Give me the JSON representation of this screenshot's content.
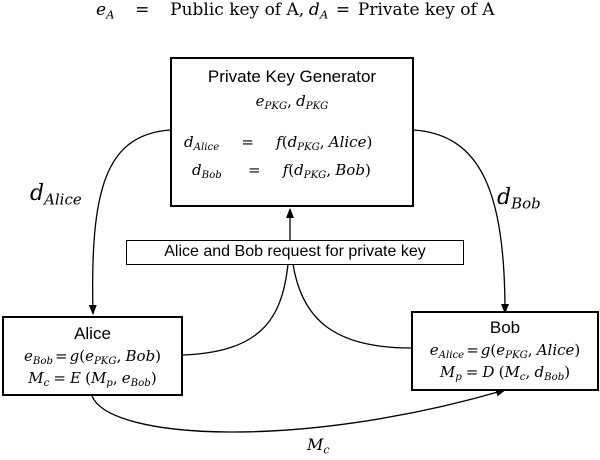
{
  "legend": {
    "lhs1": "e",
    "lhs1_sub": "A",
    "eq": "=",
    "rhs1": "Public key of A",
    "sep": ",",
    "lhs2": "d",
    "lhs2_sub": "A",
    "rhs2": "Private key of A"
  },
  "pkg": {
    "title": "Private Key Generator",
    "keys": {
      "e": "e",
      "e_sub": "PKG",
      "comma": ",",
      "d": "d",
      "d_sub": "PKG"
    },
    "eq1": {
      "lhs": "d",
      "lhs_sub": "Alice",
      "eq": "=",
      "fn": "f",
      "open": "(",
      "d": "d",
      "d_sub": "PKG",
      "comma": ",",
      "arg": "Alice",
      "close": ")"
    },
    "eq2": {
      "lhs": "d",
      "lhs_sub": "Bob",
      "eq": "=",
      "fn": "f",
      "open": "(",
      "d": "d",
      "d_sub": "PKG",
      "comma": ",",
      "arg": "Bob",
      "close": ")"
    }
  },
  "request_label": "Alice and Bob request for private key",
  "alice": {
    "title": "Alice",
    "line1": {
      "lhs": "e",
      "lhs_sub": "Bob",
      "eq": "=",
      "fn": "g",
      "open": "(",
      "e": "e",
      "e_sub": "PKG",
      "comma": ",",
      "arg": "Bob",
      "close": ")"
    },
    "line2": {
      "lhs": "M",
      "lhs_sub": "c",
      "eq": "=",
      "fn": "E",
      "open": "(",
      "m": "M",
      "m_sub": "p",
      "comma": ",",
      "e": "e",
      "e_sub": "Bob",
      "close": ")"
    }
  },
  "bob": {
    "title": "Bob",
    "line1": {
      "lhs": "e",
      "lhs_sub": "Alice",
      "eq": "=",
      "fn": "g",
      "open": "(",
      "e": "e",
      "e_sub": "PKG",
      "comma": ",",
      "arg": "Alice",
      "close": ")"
    },
    "line2": {
      "lhs": "M",
      "lhs_sub": "p",
      "eq": "=",
      "fn": "D",
      "open": "(",
      "m": "M",
      "m_sub": "c",
      "comma": ",",
      "d": "d",
      "d_sub": "Bob",
      "close": ")"
    }
  },
  "edge_labels": {
    "d_alice": {
      "base": "d",
      "sub": "Alice"
    },
    "d_bob": {
      "base": "d",
      "sub": "Bob"
    },
    "mc": {
      "base": "M",
      "sub": "c"
    }
  }
}
